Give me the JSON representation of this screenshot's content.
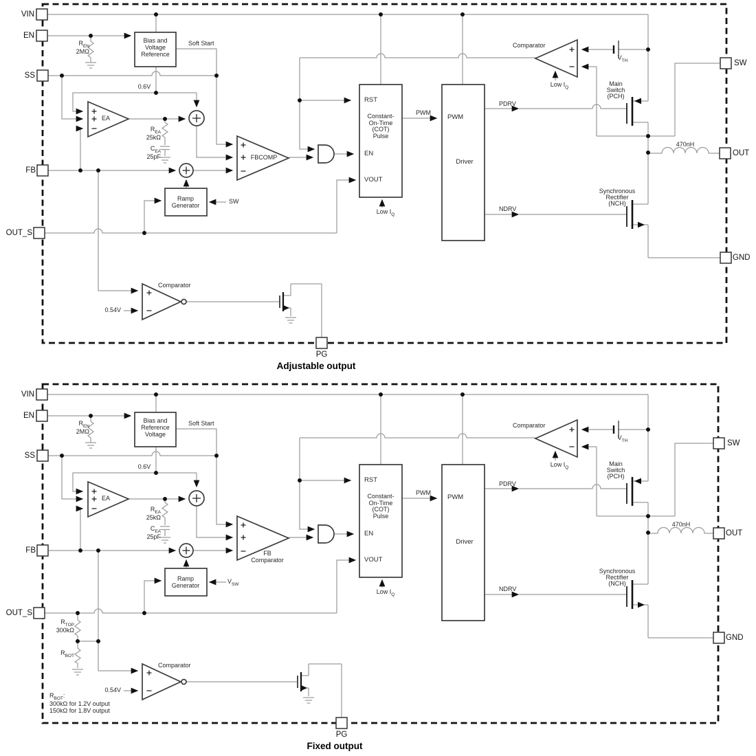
{
  "adjustable": {
    "caption": "Adjustable output",
    "pins": {
      "vin": "VIN",
      "en": "EN",
      "ss": "SS",
      "fb": "FB",
      "out_s": "OUT_S",
      "sw": "SW",
      "out": "OUT",
      "gnd": "GND",
      "pg": "PG"
    },
    "ren": {
      "r": "R",
      "sub": "EN",
      "value": "2MΩ"
    },
    "bias": [
      "Bias and",
      "Voltage",
      "Reference"
    ],
    "soft_start": "Soft Start",
    "vref": "0.6V",
    "ea": "EA",
    "rea": {
      "r": "R",
      "sub": "EA",
      "value": "25kΩ"
    },
    "cea": {
      "r": "C",
      "sub": "EA",
      "value": "25pF"
    },
    "ramp": [
      "Ramp",
      "Generator"
    ],
    "ramp_in": {
      "main": "SW",
      "sub": ""
    },
    "fbcomp": "FBCOMP",
    "cot": {
      "rst": "RST",
      "en": "EN",
      "vout": "VOUT",
      "body": [
        "Constant-",
        "On-Time",
        "(COT)",
        "Pulse"
      ],
      "low_iq": {
        "main": "Low I",
        "sub": "Q"
      }
    },
    "pwm_signal": "PWM",
    "driver": {
      "pwm": "PWM",
      "name": "Driver"
    },
    "pdrv": "PDRV",
    "ndrv": "NDRV",
    "comparator": {
      "label": "Comparator",
      "low_iq": {
        "main": "Low I",
        "sub": "Q"
      },
      "vth": {
        "main": "V",
        "sub": "TH"
      }
    },
    "main_switch": [
      "Main",
      "Switch",
      "(PCH)"
    ],
    "sync_rect": [
      "Synchronous",
      "Rectifier",
      "(NCH)"
    ],
    "inductor": "470nH",
    "pg_comp": {
      "label": "Comparator",
      "ref": "0.54V"
    }
  },
  "fixed": {
    "caption": "Fixed output",
    "pins": {
      "vin": "VIN",
      "en": "EN",
      "ss": "SS",
      "fb": "FB",
      "out_s": "OUT_S",
      "sw": "SW",
      "out": "OUT",
      "gnd": "GND",
      "pg": "PG"
    },
    "ren": {
      "r": "R",
      "sub": "EN",
      "value": "2MΩ"
    },
    "bias": [
      "Bias and",
      "Reference",
      "Voltage"
    ],
    "soft_start": "Soft Start",
    "vref": "0.6V",
    "ea": "EA",
    "rea": {
      "r": "R",
      "sub": "EA",
      "value": "25kΩ"
    },
    "cea": {
      "r": "C",
      "sub": "EA",
      "value": "25pF"
    },
    "ramp": [
      "Ramp",
      "Generator"
    ],
    "ramp_in": {
      "main": "V",
      "sub": "SW"
    },
    "fbcomp": [
      "FB",
      "Comparator"
    ],
    "cot": {
      "rst": "RST",
      "en": "EN",
      "vout": "VOUT",
      "body": [
        "Constant-",
        "On-Time",
        "(COT)",
        "Pulse"
      ],
      "low_iq": {
        "main": "Low I",
        "sub": "Q"
      }
    },
    "pwm_signal": "PWM",
    "driver": {
      "pwm": "PWM",
      "name": "Driver"
    },
    "pdrv": "PDRV",
    "ndrv": "NDRV",
    "comparator": {
      "label": "Comparator",
      "low_iq": {
        "main": "Low I",
        "sub": "Q"
      },
      "vth": {
        "main": "V",
        "sub": "TH"
      }
    },
    "main_switch": [
      "Main",
      "Switch",
      "(PCH)"
    ],
    "sync_rect": [
      "Synchronous",
      "Rectifier",
      "(NCH)"
    ],
    "inductor": "470nH",
    "pg_comp": {
      "label": "Comparator",
      "ref": "0.54V"
    },
    "rtop": {
      "r": "R",
      "sub": "TOP",
      "value": "300kΩ"
    },
    "rbot": {
      "r": "R",
      "sub": "BOT"
    },
    "note": {
      "head": "R",
      "head_sub": "BOT",
      "head_tail": ":",
      "line2": "300kΩ for 1.2V output",
      "line3": "150kΩ for 1.8V output"
    }
  }
}
